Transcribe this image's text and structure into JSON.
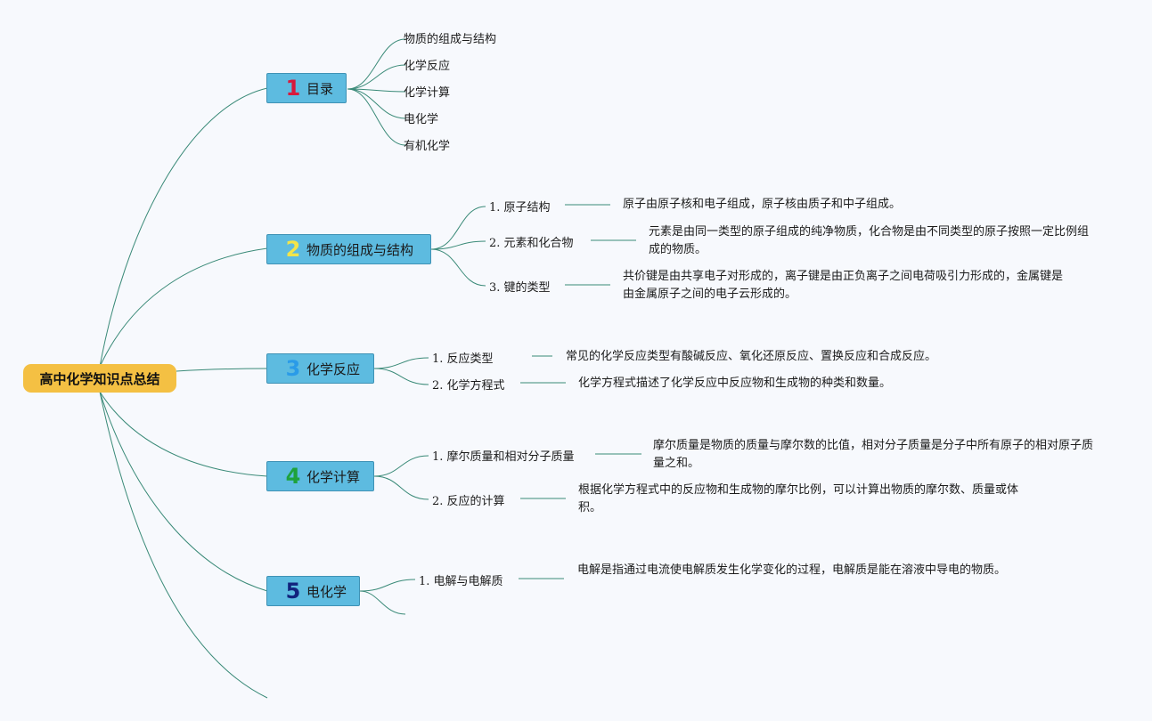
{
  "root": {
    "title": "高中化学知识点总结"
  },
  "branches": [
    {
      "num": "1",
      "label": "目录",
      "items": [
        "物质的组成与结构",
        "化学反应",
        "化学计算",
        "电化学",
        "有机化学"
      ]
    },
    {
      "num": "2",
      "label": "物质的组成与结构",
      "subs": [
        {
          "idx": "1.",
          "label": "原子结构",
          "desc": "原子由原子核和电子组成，原子核由质子和中子组成。"
        },
        {
          "idx": "2.",
          "label": "元素和化合物",
          "desc": "元素是由同一类型的原子组成的纯净物质，化合物是由不同类型的原子按照一定比例组成的物质。"
        },
        {
          "idx": "3.",
          "label": "键的类型",
          "desc": "共价键是由共享电子对形成的，离子键是由正负离子之间电荷吸引力形成的，金属键是由金属原子之间的电子云形成的。"
        }
      ]
    },
    {
      "num": "3",
      "label": "化学反应",
      "subs": [
        {
          "idx": "1.",
          "label": "反应类型",
          "desc": "常见的化学反应类型有酸碱反应、氧化还原反应、置换反应和合成反应。"
        },
        {
          "idx": "2.",
          "label": "化学方程式",
          "desc": "化学方程式描述了化学反应中反应物和生成物的种类和数量。"
        }
      ]
    },
    {
      "num": "4",
      "label": "化学计算",
      "subs": [
        {
          "idx": "1.",
          "label": "摩尔质量和相对分子质量",
          "desc": "摩尔质量是物质的质量与摩尔数的比值，相对分子质量是分子中所有原子的相对原子质量之和。"
        },
        {
          "idx": "2.",
          "label": "反应的计算",
          "desc": "根据化学方程式中的反应物和生成物的摩尔比例，可以计算出物质的摩尔数、质量或体积。"
        }
      ]
    },
    {
      "num": "5",
      "label": "电化学",
      "subs": [
        {
          "idx": "1.",
          "label": "电解与电解质",
          "desc": "电解是指通过电流使电解质发生化学变化的过程，电解质是能在溶液中导电的物质。"
        }
      ]
    }
  ],
  "colors": {
    "background": "#f7f9fd",
    "root_fill": "#f4c043",
    "branch_fill": "#5dbbe0",
    "connector": "#3a8a78",
    "numbers": [
      "#d8193c",
      "#f2e44a",
      "#2a9be8",
      "#1ea23c",
      "#12237d"
    ]
  }
}
